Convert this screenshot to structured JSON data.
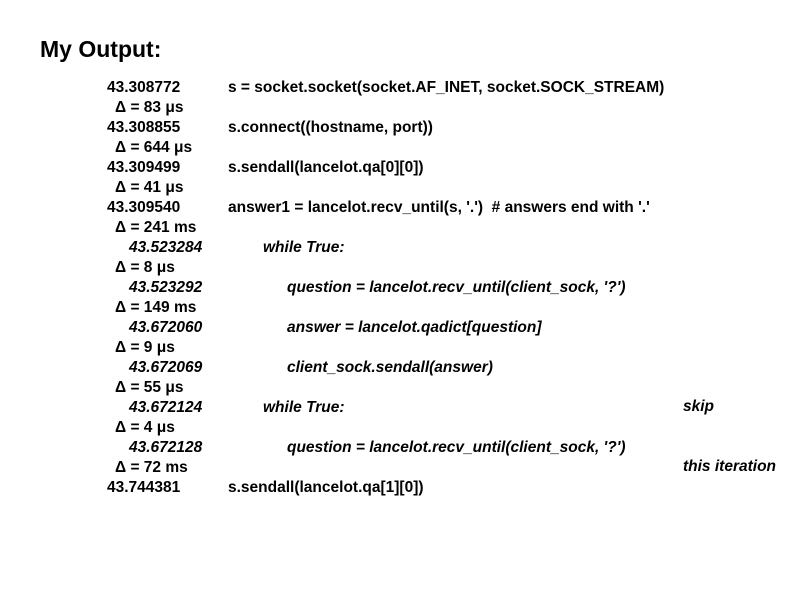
{
  "slide": {
    "title": "My Output:",
    "colors": {
      "background": "#ffffff",
      "text": "#000000"
    },
    "annotation": {
      "lines": [
        "skip",
        "this iteration"
      ]
    },
    "lines": [
      {
        "type": "event",
        "time": "43.308772",
        "code": "s = socket.socket(socket.AF_INET, socket.SOCK_STREAM)",
        "style": "roman",
        "indent": 0
      },
      {
        "type": "delta",
        "label": "Δ = 83 μs"
      },
      {
        "type": "event",
        "time": "43.308855",
        "code": "s.connect((hostname, port))",
        "style": "roman",
        "indent": 0
      },
      {
        "type": "delta",
        "label": "Δ = 644 μs"
      },
      {
        "type": "event",
        "time": "43.309499",
        "code": "s.sendall(lancelot.qa[0][0])",
        "style": "roman",
        "indent": 0
      },
      {
        "type": "delta",
        "label": "Δ = 41 μs"
      },
      {
        "type": "event",
        "time": "43.309540",
        "code": "answer1 = lancelot.recv_until(s, '.')  # answers end with '.'",
        "style": "roman",
        "indent": 0
      },
      {
        "type": "delta",
        "label": "Δ = 241 ms"
      },
      {
        "type": "event",
        "time": "43.523284",
        "code": "while True:",
        "style": "italic",
        "indent": 1
      },
      {
        "type": "delta",
        "label": "Δ = 8 μs"
      },
      {
        "type": "event",
        "time": "43.523292",
        "code": "question = lancelot.recv_until(client_sock, '?')",
        "style": "italic",
        "indent": 2
      },
      {
        "type": "delta",
        "label": "Δ = 149 ms"
      },
      {
        "type": "event",
        "time": "43.672060",
        "code": "answer = lancelot.qadict[question]",
        "style": "italic",
        "indent": 2
      },
      {
        "type": "delta",
        "label": "Δ = 9 μs"
      },
      {
        "type": "event",
        "time": "43.672069",
        "code": "client_sock.sendall(answer)",
        "style": "italic",
        "indent": 2
      },
      {
        "type": "delta",
        "label": "Δ = 55 μs"
      },
      {
        "type": "event",
        "time": "43.672124",
        "code": "while True:",
        "style": "italic",
        "indent": 1
      },
      {
        "type": "delta",
        "label": "Δ = 4 μs"
      },
      {
        "type": "event",
        "time": "43.672128",
        "code": "question = lancelot.recv_until(client_sock, '?')",
        "style": "italic",
        "indent": 2
      },
      {
        "type": "delta",
        "label": "Δ = 72 ms"
      },
      {
        "type": "event",
        "time": "43.744381",
        "code": "s.sendall(lancelot.qa[1][0])",
        "style": "roman",
        "indent": 0
      }
    ]
  }
}
